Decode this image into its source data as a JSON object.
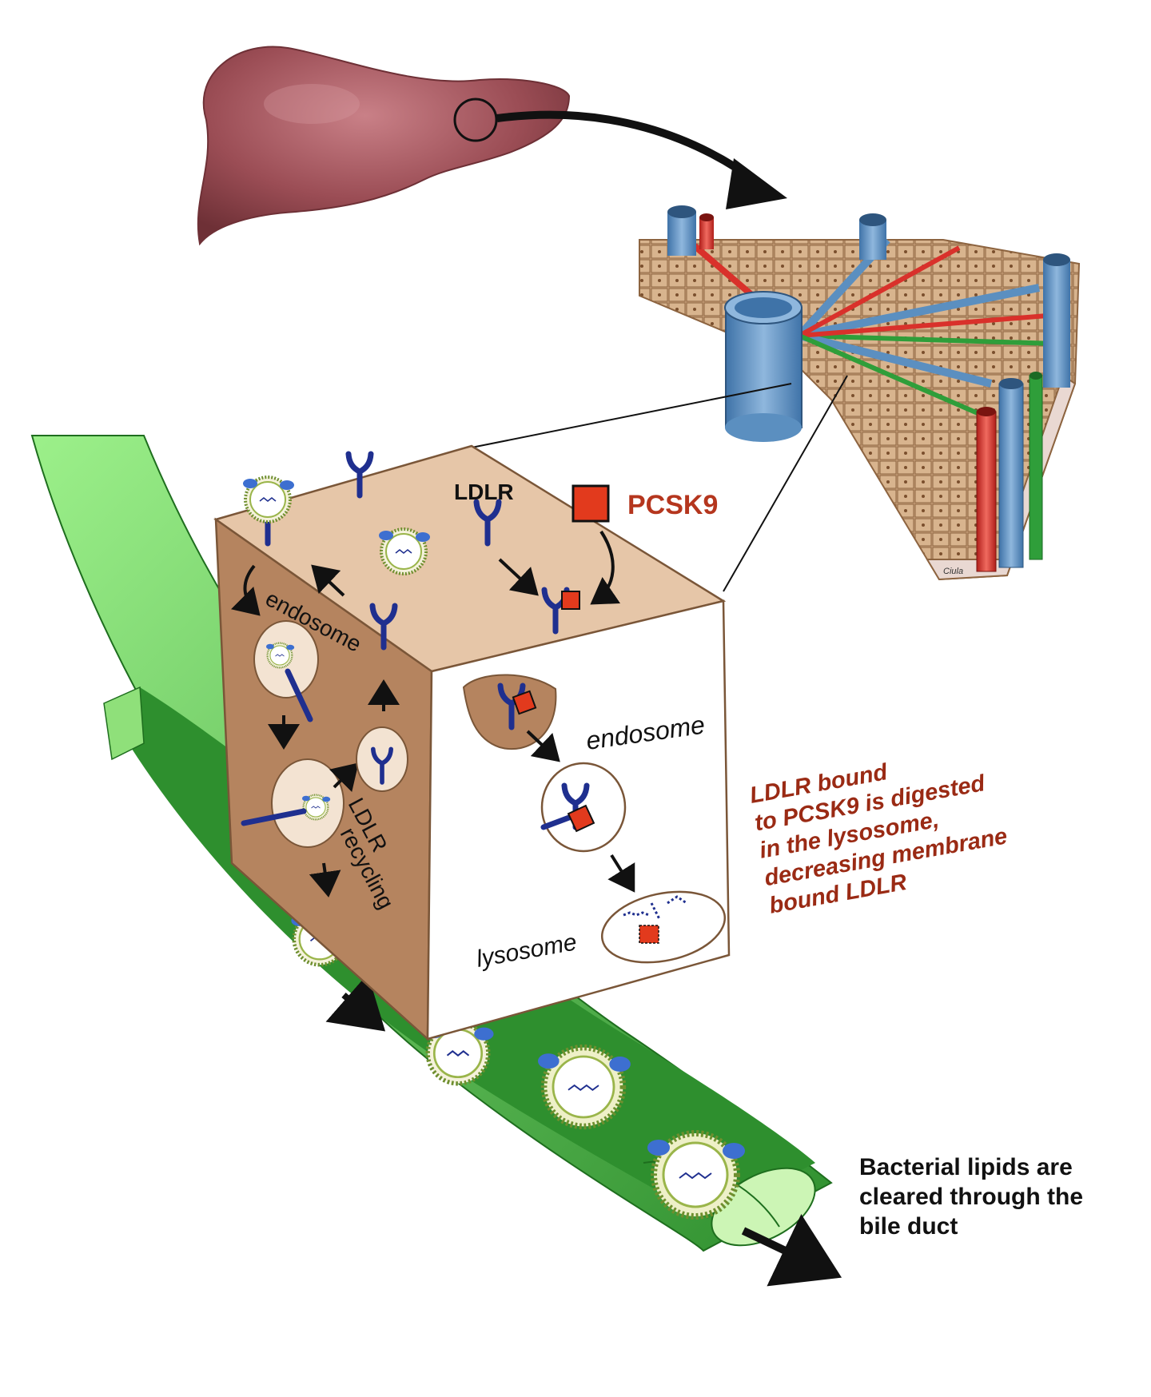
{
  "labels": {
    "ldlr": "LDLR",
    "pcsk9": "PCSK9",
    "endosome_left": "endosome",
    "ldlr_recycling_1": "LDLR",
    "ldlr_recycling_2": "recycling",
    "endosome_right": "endosome",
    "lysosome": "lysosome",
    "note": [
      "LDLR bound",
      "to PCSK9 is digested",
      "in the lysosome,",
      "decreasing membrane",
      "bound LDLR"
    ],
    "bile": [
      "Bacterial lipids are",
      "cleared through the",
      "bile duct"
    ],
    "signature": "Ciula"
  },
  "colors": {
    "liver": "#9b4d55",
    "liver_light": "#c27a80",
    "cube_top": "#e6c6a8",
    "cube_left": "#b5845f",
    "cube_right": "#ffffff",
    "receptor": "#1f2f8f",
    "pcsk9": "#e23a1d",
    "pcsk9_text": "#b5361e",
    "note_text": "#9a2a14",
    "duct_dark": "#2f9a2f",
    "duct_light": "#8fe07a",
    "vein_blue": "#5b8fc0",
    "artery_red": "#d9312b",
    "duct_green": "#2f9e3a",
    "tissue": "#c9a27c"
  }
}
